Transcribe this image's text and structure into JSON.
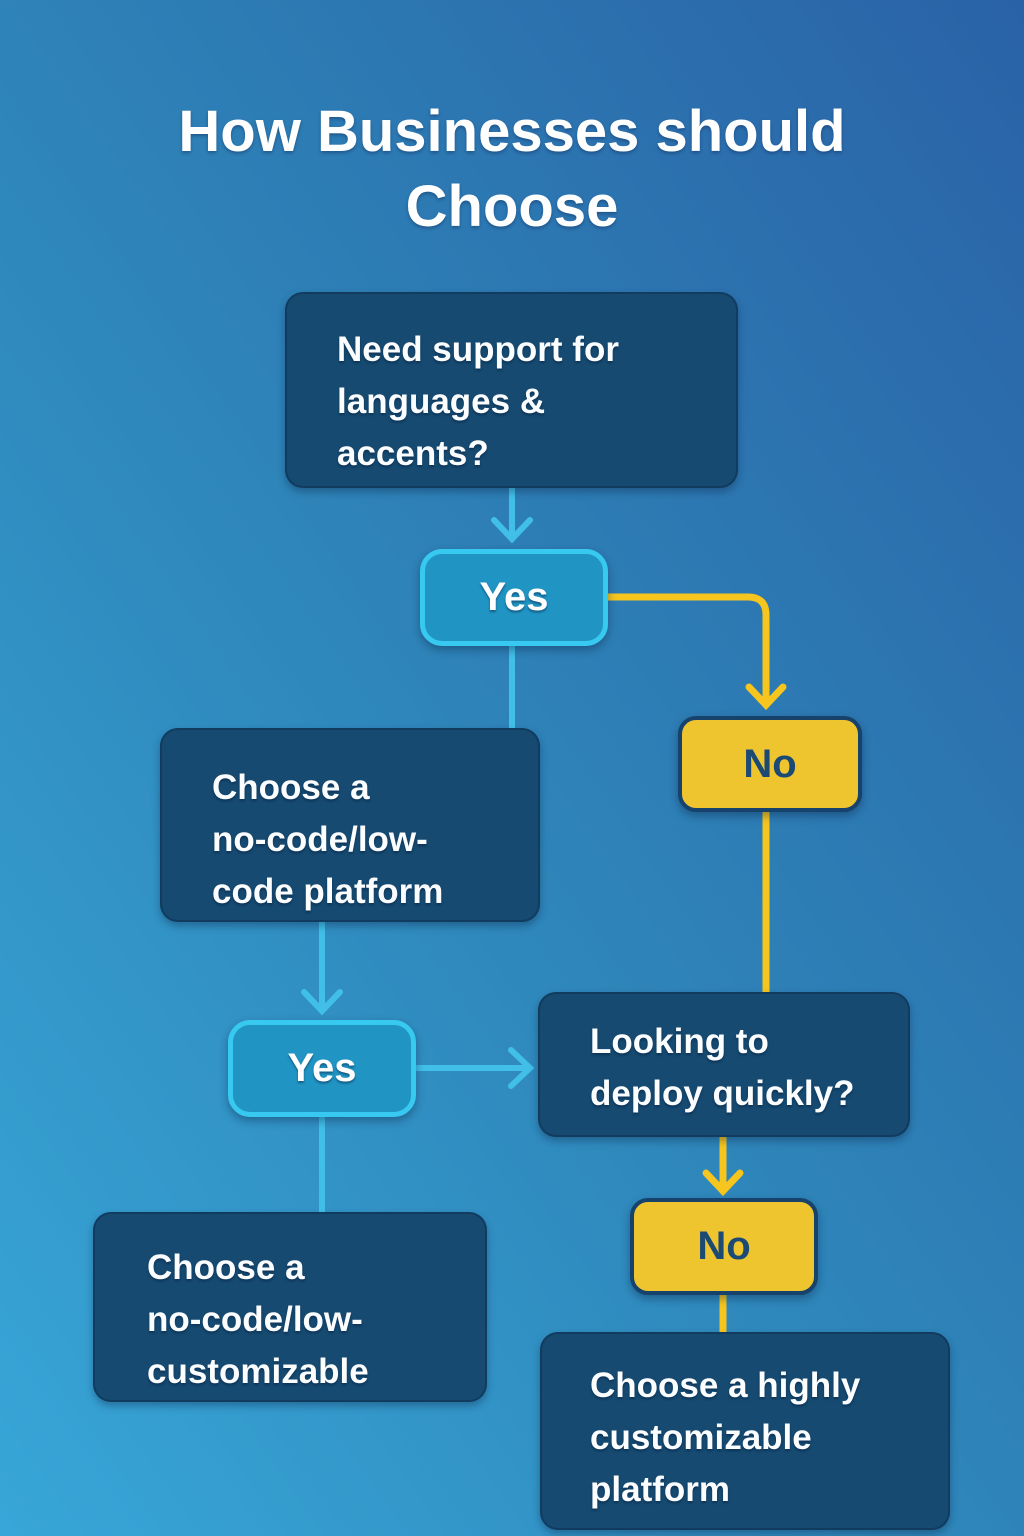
{
  "title": "How Businesses should\nChoose",
  "nodes": {
    "q1": {
      "label": "Need support for\nlanguages &\naccents?",
      "type": "question"
    },
    "yes1": {
      "label": "Yes",
      "type": "decision"
    },
    "no1": {
      "label": "No",
      "type": "decision"
    },
    "choose1": {
      "label": "Choose a\nno-code/low-\ncode platform",
      "type": "outcome"
    },
    "q2": {
      "label": "Looking to\ndeploy quickly?",
      "type": "question"
    },
    "yes2": {
      "label": "Yes",
      "type": "decision"
    },
    "no2": {
      "label": "No",
      "type": "decision"
    },
    "choose2": {
      "label": "Choose a\nno-code/low-\ncustomizable",
      "type": "outcome"
    },
    "choose3": {
      "label": "Choose a highly\ncustomizable\nplatform",
      "type": "outcome"
    }
  },
  "edges": [
    {
      "from": "q1",
      "to": "yes1",
      "style": "cyan-arrow"
    },
    {
      "from": "yes1",
      "to": "no1",
      "style": "yellow-elbow-arrow"
    },
    {
      "from": "yes1",
      "to": "choose1",
      "style": "cyan-line"
    },
    {
      "from": "no1",
      "to": "q2",
      "style": "yellow-line"
    },
    {
      "from": "choose1",
      "to": "yes2",
      "style": "cyan-arrow"
    },
    {
      "from": "yes2",
      "to": "q2",
      "style": "cyan-arrow"
    },
    {
      "from": "yes2",
      "to": "choose2",
      "style": "cyan-line"
    },
    {
      "from": "q2",
      "to": "no2",
      "style": "yellow-arrow"
    },
    {
      "from": "no2",
      "to": "choose3",
      "style": "yellow-line"
    }
  ],
  "colors": {
    "background_light": "#38a6d8",
    "background_dark": "#2a62a7",
    "node_dark": "#164a70",
    "yes_fill": "#2095c4",
    "yes_border": "#38c9f0",
    "no_fill": "#efc52f",
    "no_border": "#16426b",
    "no_text": "#1b4a75",
    "cyan_line": "#41bfe8",
    "yellow_line": "#f6c51e",
    "text": "#ffffff"
  }
}
